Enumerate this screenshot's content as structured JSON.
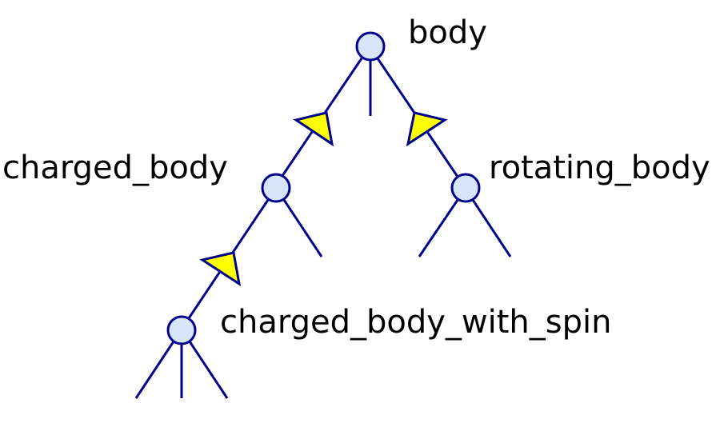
{
  "colors": {
    "line": "#00008b",
    "node_fill": "#d6e6f8",
    "arrow_fill": "#ffff00",
    "text": "#000000",
    "background": "#ffffff"
  },
  "diagram": {
    "type": "class-inheritance-tree",
    "nodes": {
      "body": {
        "label": "body"
      },
      "charged_body": {
        "label": "charged_body"
      },
      "rotating_body": {
        "label": "rotating_body"
      },
      "charged_body_with_spin": {
        "label": "charged_body_with_spin"
      }
    },
    "edges": [
      {
        "from": "charged_body",
        "to": "body",
        "kind": "inherits"
      },
      {
        "from": "rotating_body",
        "to": "body",
        "kind": "inherits"
      },
      {
        "from": "charged_body_with_spin",
        "to": "charged_body",
        "kind": "inherits"
      }
    ]
  }
}
